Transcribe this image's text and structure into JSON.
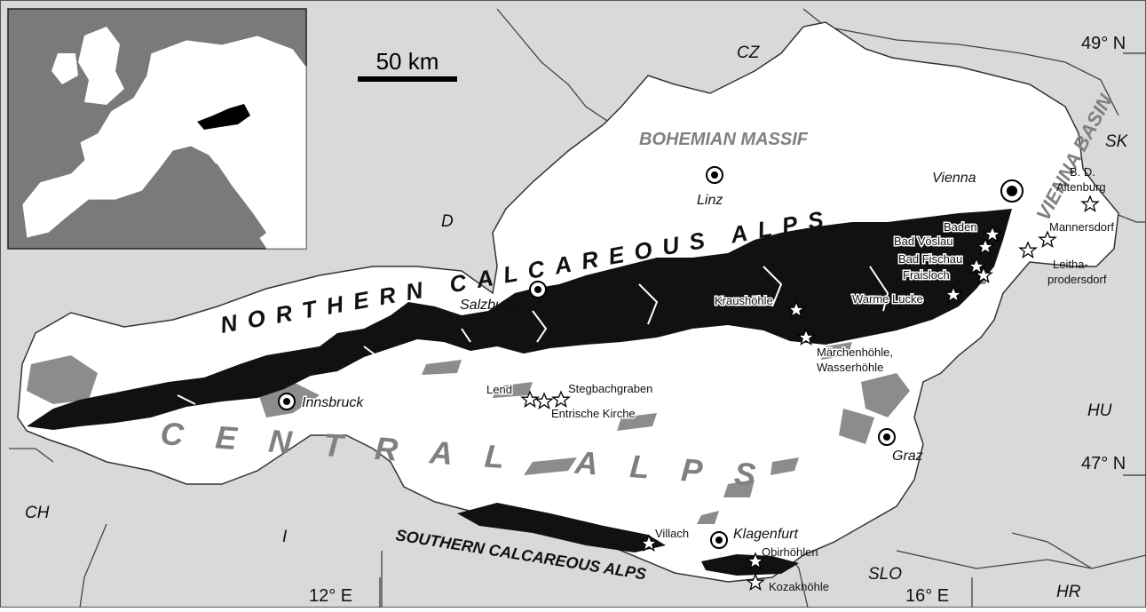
{
  "scale_bar": {
    "label": "50 km"
  },
  "regions": {
    "northern_calcareous_alps": "NORTHERN CALCAREOUS ALPS",
    "central_alps": "CENTRAL ALPS",
    "southern_calcareous_alps": "SOUTHERN CALCAREOUS ALPS",
    "bohemian_massif": "BOHEMIAN MASSIF",
    "vienna_basin": "VIENNA BASIN"
  },
  "countries": {
    "cz": "CZ",
    "d": "D",
    "sk": "SK",
    "hu": "HU",
    "ch": "CH",
    "i": "I",
    "slo": "SLO",
    "hr": "HR"
  },
  "coordinates": {
    "lat_49": "49° N",
    "lat_47": "47° N",
    "lon_12": "12° E",
    "lon_16": "16° E"
  },
  "cities": {
    "vienna": "Vienna",
    "linz": "Linz",
    "salzburg": "Salzburg",
    "innsbruck": "Innsbruck",
    "graz": "Graz",
    "klagenfurt": "Klagenfurt"
  },
  "sites": {
    "bd_altenburg_1": "B. D.",
    "bd_altenburg_2": "Altenburg",
    "mannersdorf": "Mannersdorf",
    "baden": "Baden",
    "bad_voeslau": "Bad Vöslau",
    "bad_fischau": "Bad Fischau",
    "fraisloch": "Fraisloch",
    "leitha_1": "Leitha-",
    "leitha_2": "prodersdorf",
    "warme_lucke": "Warme Lucke",
    "kraushoehle": "Kraushöhle",
    "maerchenhoehle": "Märchenhöhle,",
    "wasserhoehle": "Wasserhöhle",
    "lend": "Lend",
    "stegbachgraben": "Stegbachgraben",
    "entrische_kirche": "Entrische Kirche",
    "villach": "Villach",
    "obirhoehlen": "Obirhöhlen",
    "kozakhoehle": "Kozakhöhle"
  },
  "colors": {
    "background": "#d9d9d9",
    "austria": "#ffffff",
    "limestone": "#111111",
    "other_carbonate": "#8c8c8c",
    "border": "#444444"
  }
}
